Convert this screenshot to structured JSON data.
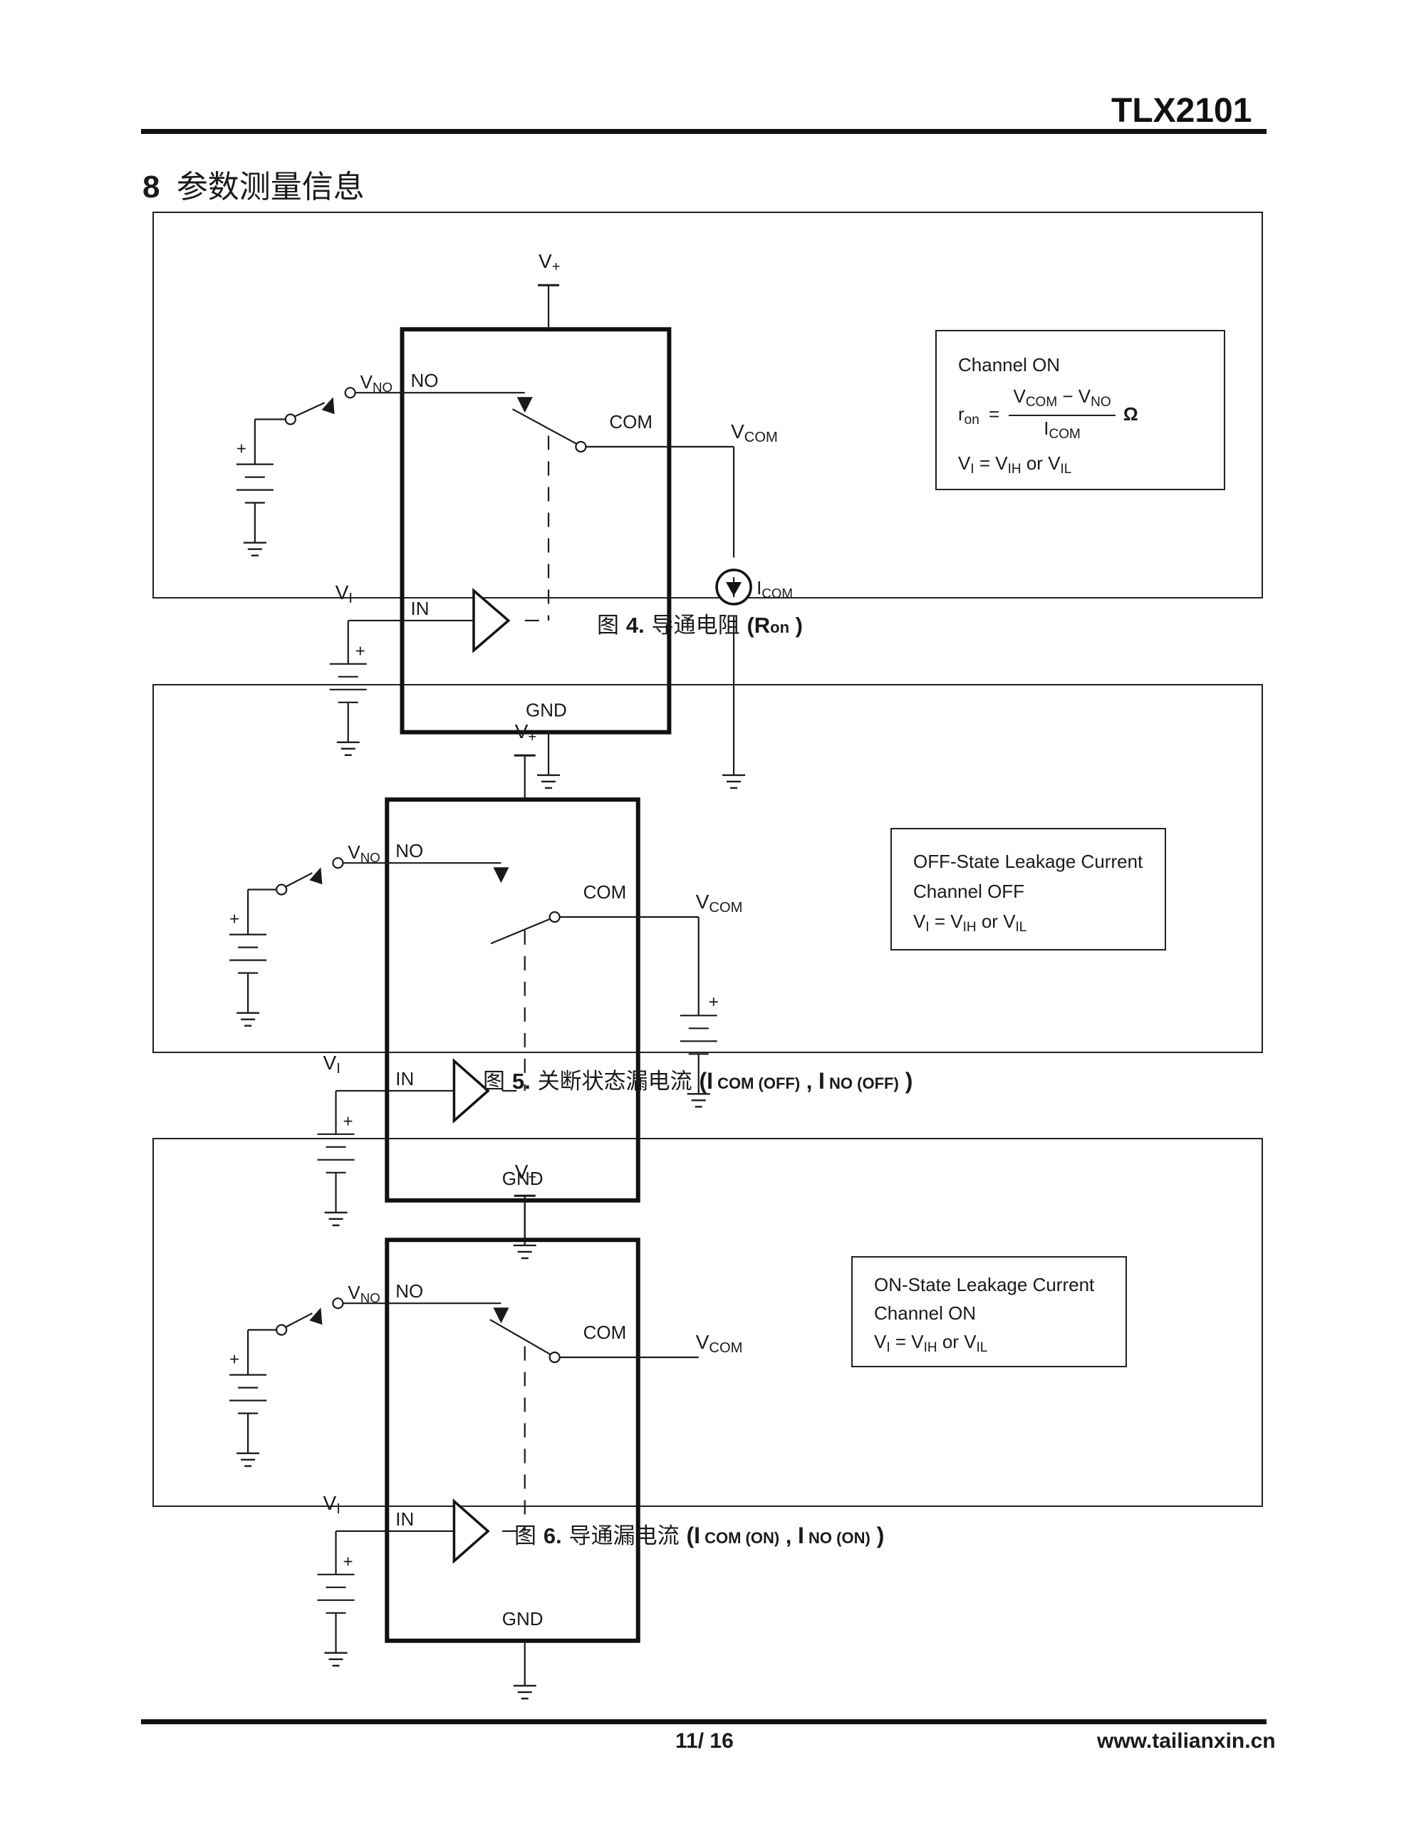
{
  "header": {
    "doc_id": "TLX2101"
  },
  "section": {
    "number": "8",
    "title": "参数测量信息"
  },
  "labels": {
    "v_plus": "V",
    "v_plus_sub": "+",
    "v_no": "V",
    "v_no_sub": "NO",
    "no": "NO",
    "com": "COM",
    "v_com": "V",
    "v_com_sub": "COM",
    "v_i": "V",
    "v_i_sub": "I",
    "in": "IN",
    "gnd": "GND",
    "plus": "+",
    "i_com": "I",
    "i_com_sub": "COM"
  },
  "figures": [
    {
      "id": "fig4",
      "note": {
        "line1": "Channel ON",
        "formula": {
          "lhs": "r",
          "lhs_sub": "on",
          "eq": "=",
          "num_a": "V",
          "num_a_sub": "COM",
          "minus": " − ",
          "num_b": "V",
          "num_b_sub": "NO",
          "den": "I",
          "den_sub": "COM",
          "unit": "Ω"
        },
        "line3": {
          "a": "V",
          "a_sub": "I",
          "eq": " = ",
          "b": "V",
          "b_sub": "IH",
          "or": " or ",
          "c": "V",
          "c_sub": "IL"
        }
      },
      "caption": {
        "prefix": "图 ",
        "num": "4.",
        "title": " 导通电阻 ",
        "paren_open": "(R",
        "sub": "on",
        "paren_close": " )"
      }
    },
    {
      "id": "fig5",
      "note": {
        "line1": "OFF-State Leakage Current",
        "line2": "Channel OFF",
        "line3": {
          "a": "V",
          "a_sub": "I",
          "eq": " = ",
          "b": "V",
          "b_sub": "IH",
          "or": " or ",
          "c": "V",
          "c_sub": "IL"
        }
      },
      "caption": {
        "prefix": "图 ",
        "num": "5.",
        "title": " 关断状态漏电流 ",
        "open": "(",
        "i1": "I",
        "i1_sub": " COM (OFF)",
        "sep": " , ",
        "i2": "I",
        "i2_sub": " NO (OFF)",
        "close": " )"
      }
    },
    {
      "id": "fig6",
      "note": {
        "line1": "ON-State Leakage Current",
        "line2": "Channel ON",
        "line3": {
          "a": "V",
          "a_sub": "I",
          "eq": " = ",
          "b": "V",
          "b_sub": "IH",
          "or": " or ",
          "c": "V",
          "c_sub": "IL"
        }
      },
      "caption": {
        "prefix": "图 ",
        "num": "6.",
        "title": " 导通漏电流 ",
        "open": "(",
        "i1": "I",
        "i1_sub": " COM (ON)",
        "sep": " , ",
        "i2": "I",
        "i2_sub": " NO (ON)",
        "close": " )"
      }
    }
  ],
  "footer": {
    "page": "11/ 16",
    "site": "www.tailianxin.cn"
  }
}
